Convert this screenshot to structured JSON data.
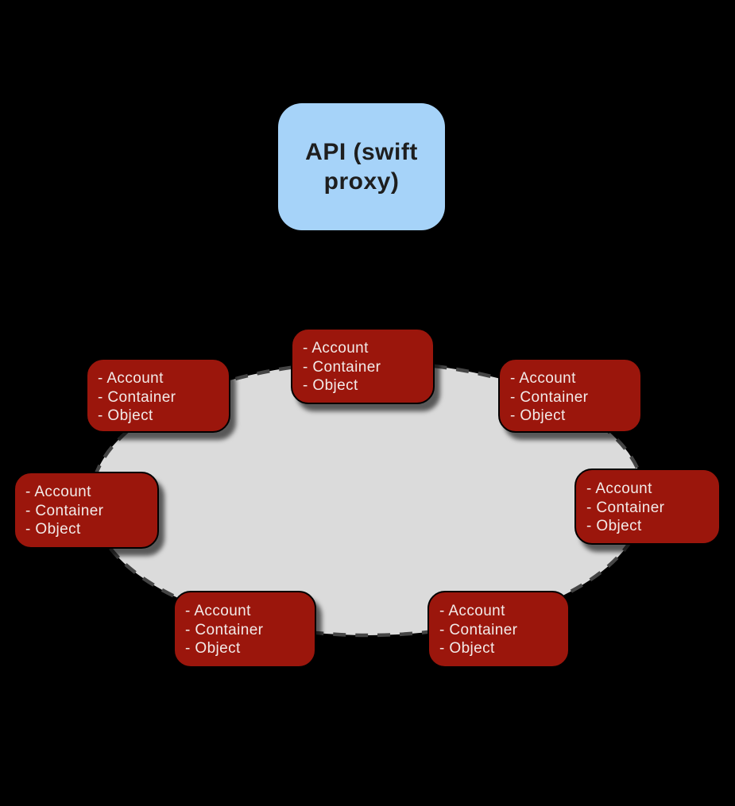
{
  "colors": {
    "background": "#000000",
    "api_fill": "#a6d3f9",
    "api_text": "#1e1e1e",
    "ring_fill": "#dbdbdb",
    "ring_border": "#454545",
    "node_fill": "#9b160c",
    "node_border": "#000000",
    "node_text": "#f2eae8"
  },
  "api_box": {
    "label": "API (swift proxy)"
  },
  "nodes": [
    {
      "id": "top-center",
      "lines": [
        "- Account",
        "- Container",
        "- Object"
      ]
    },
    {
      "id": "upper-left",
      "lines": [
        "- Account",
        "- Container",
        "- Object"
      ]
    },
    {
      "id": "upper-right",
      "lines": [
        "- Account",
        "- Container",
        "- Object"
      ]
    },
    {
      "id": "left",
      "lines": [
        "- Account",
        "- Container",
        "- Object"
      ]
    },
    {
      "id": "right",
      "lines": [
        "- Account",
        "- Container",
        "- Object"
      ]
    },
    {
      "id": "bottom-left",
      "lines": [
        "- Account",
        "- Container",
        "- Object"
      ]
    },
    {
      "id": "bottom-right",
      "lines": [
        "- Account",
        "- Container",
        "- Object"
      ]
    }
  ]
}
